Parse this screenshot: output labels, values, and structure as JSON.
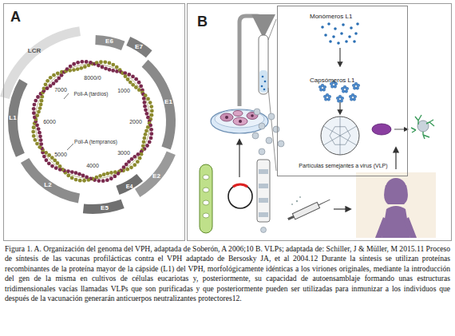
{
  "diagram": {
    "caption": "Figura 1. A. Organización del genoma del VPH, adaptada de Soberón, A 2006;10 B. VLPs; adaptada de: Schiller, J & Müller, M 2015.11 Proceso de síntesis de las vacunas profilácticas contra el VPH adaptado de Bersosky JA, et al 2004.12 Durante la síntesis se utilizan proteínas recombinantes de la proteína mayor de la cápside (L1) del VPH, morfológicamente idénticas a los viriones originales, mediante la introducción del gen de la misma en cultivos de células eucariotas y, posteriormente, su capacidad de autoensamblaje formando unas estructuras tridimensionales vacías llamadas VLPs que son purificadas y que posteriormente pueden ser utilizadas para inmunizar a los individuos que después de la vacunación generarán anticuerpos neutralizantes protectores12.",
    "nodes": [
      {
        "text": [
          "A"
        ]
      },
      {
        "text": [
          "B"
        ]
      },
      {
        "text": [
          "Monómeros L1",
          "Capsómeros L1",
          "Partículas semejantes a virus (VLP)"
        ],
        "in": 1
      }
    ],
    "labels": [
      "LCR",
      "E6",
      "E7",
      "E1",
      "E2",
      "E4",
      "E5",
      "L2",
      "L1",
      "8000/0",
      "1000",
      "2000",
      "3000",
      "4000",
      "5000",
      "6000",
      "7000",
      "Poli-A (tardíos)",
      "Poli-A (tempranos)"
    ]
  }
}
